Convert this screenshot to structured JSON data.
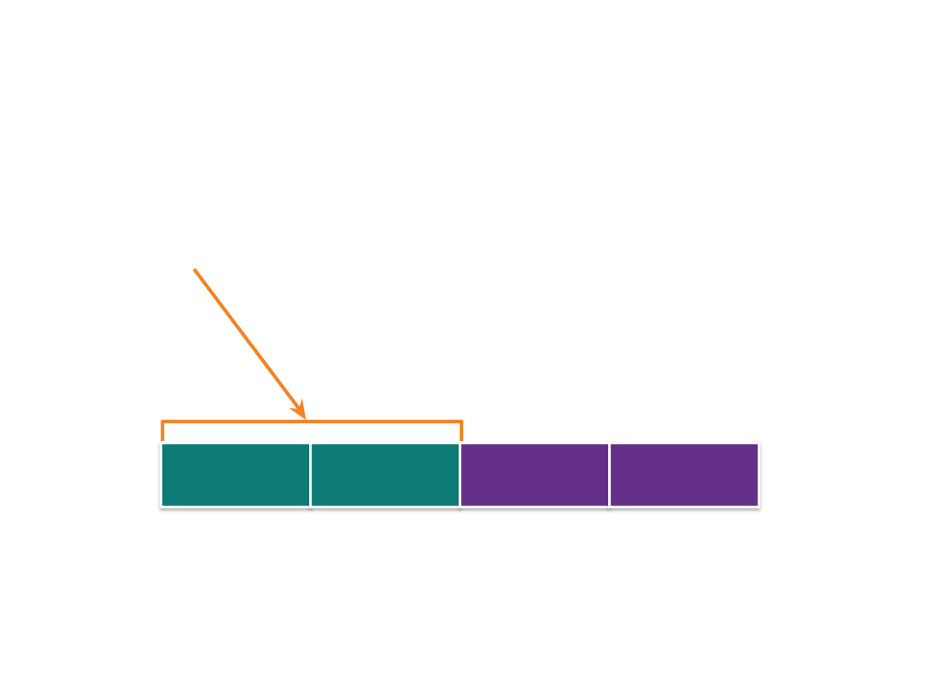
{
  "diagram": {
    "colors": {
      "highlight": "#f58220",
      "block_group_a": "#087b76",
      "block_group_b": "#652d89",
      "block_border": "#ffffff"
    },
    "blocks": [
      {
        "group": "a"
      },
      {
        "group": "a"
      },
      {
        "group": "b"
      },
      {
        "group": "b"
      }
    ],
    "bracket_covers_blocks": 2
  }
}
